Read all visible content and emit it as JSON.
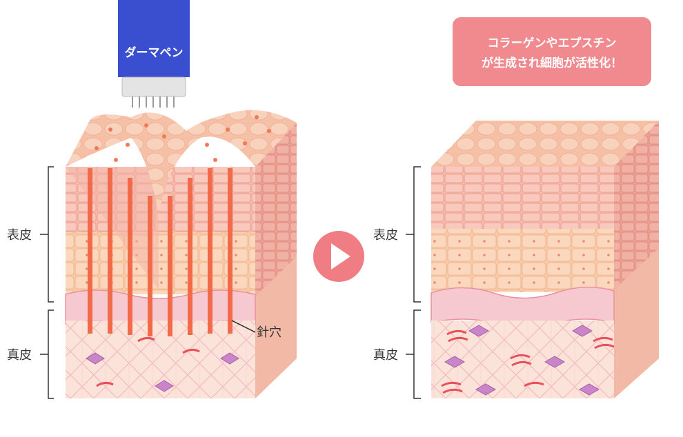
{
  "device_label": "ダーマペン",
  "callout": {
    "line1": "コラーゲンやエプスチン",
    "line2": "が生成され細胞が活性化！"
  },
  "left": {
    "epidermis_label": "表皮",
    "dermis_label": "真皮",
    "needle_hole_label": "針穴"
  },
  "right": {
    "epidermis_label": "表皮",
    "dermis_label": "真皮"
  },
  "colors": {
    "pen_blue": "#3a4fd0",
    "callout_bg": "#f08a8e",
    "arrow_circle": "#f07d84",
    "needle_channel": "#f26a4a"
  },
  "icons": {
    "arrow": "play-arrow-icon"
  }
}
